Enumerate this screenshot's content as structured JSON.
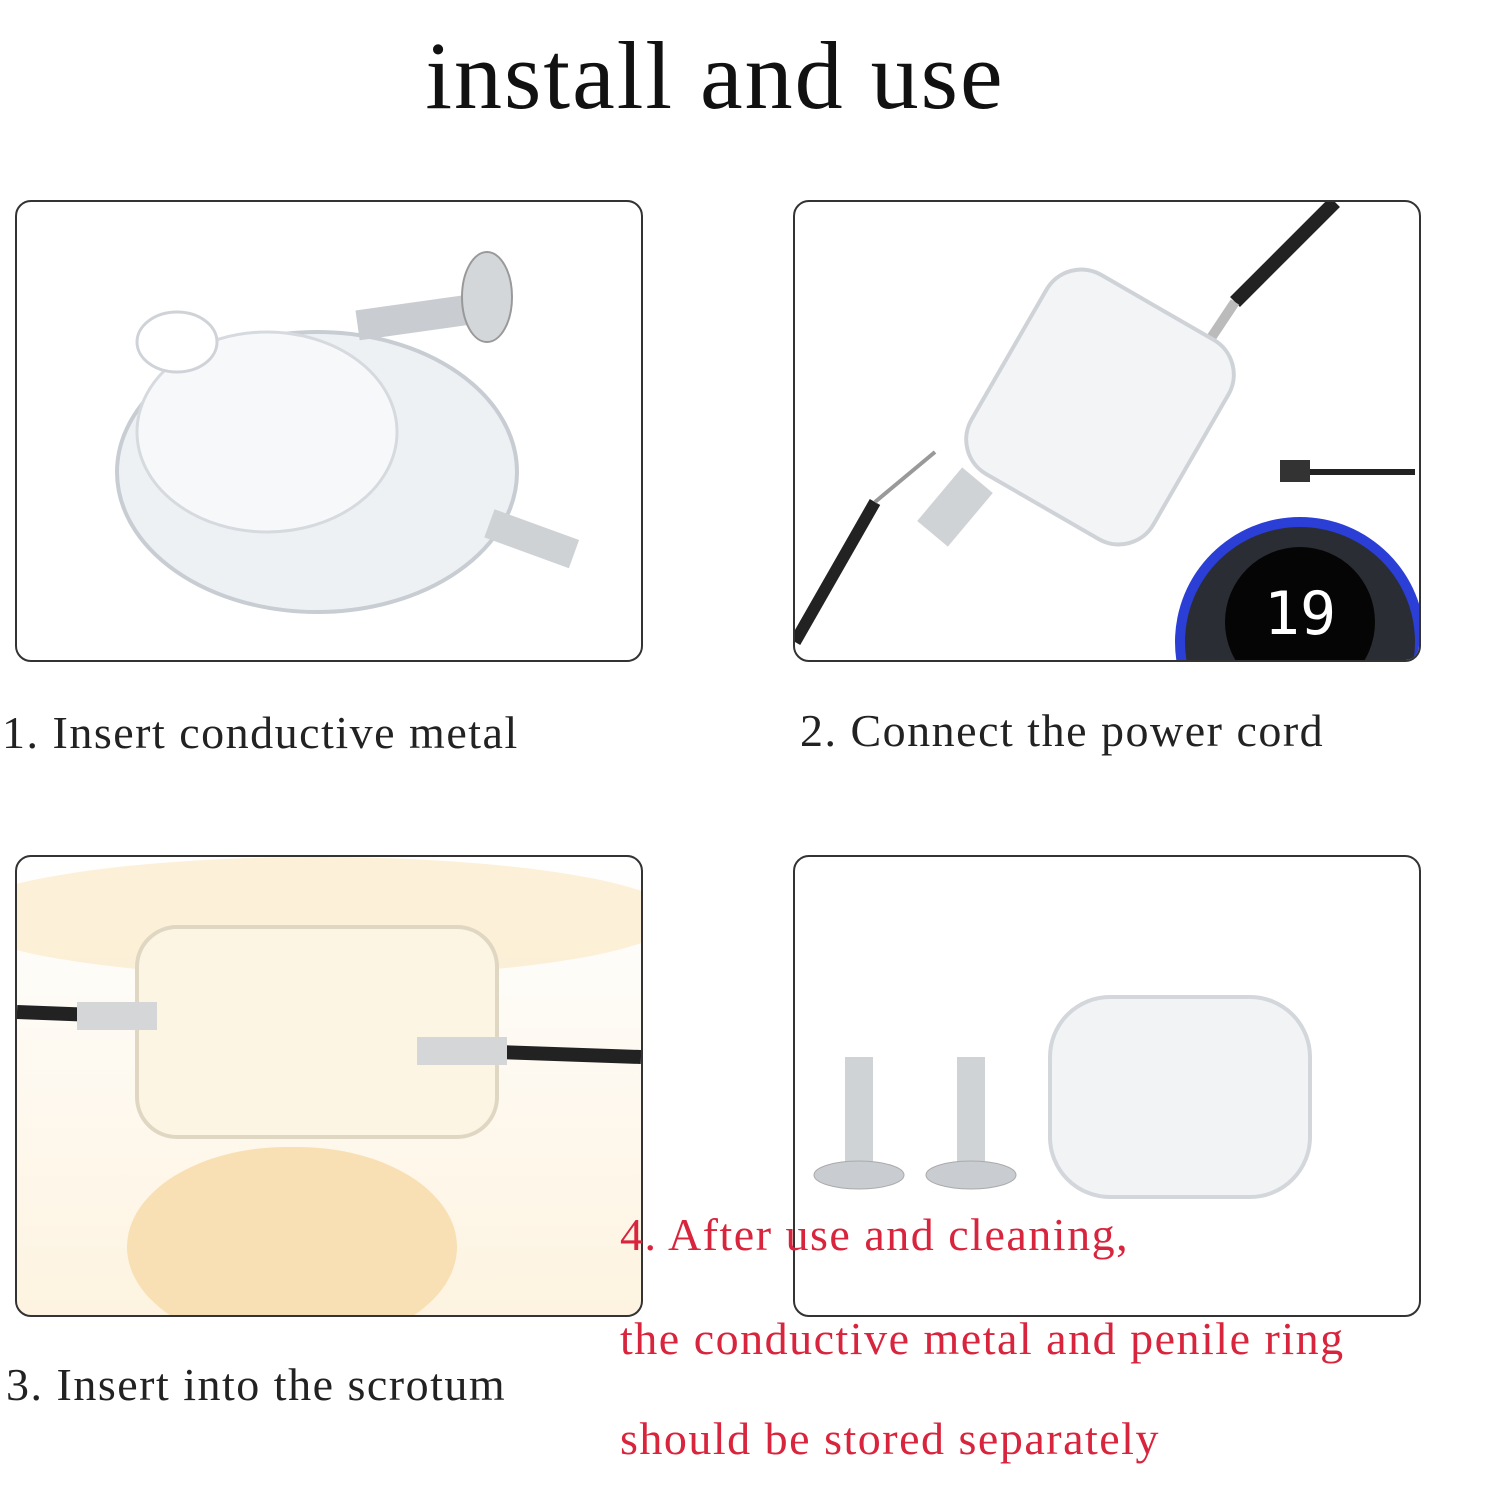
{
  "title": "install and use",
  "steps": [
    {
      "caption": "1. Insert conductive metal"
    },
    {
      "caption": "2. Connect the power cord",
      "display_value": "19"
    },
    {
      "caption": "3. Insert into the scrotum"
    },
    {
      "lines": [
        "4. After use and cleaning,",
        "the conductive metal and penile ring",
        "should be stored separately"
      ]
    }
  ],
  "colors": {
    "note": "#d8243c",
    "ring": "#2b3fd6",
    "skin": "#f8e6c4"
  }
}
